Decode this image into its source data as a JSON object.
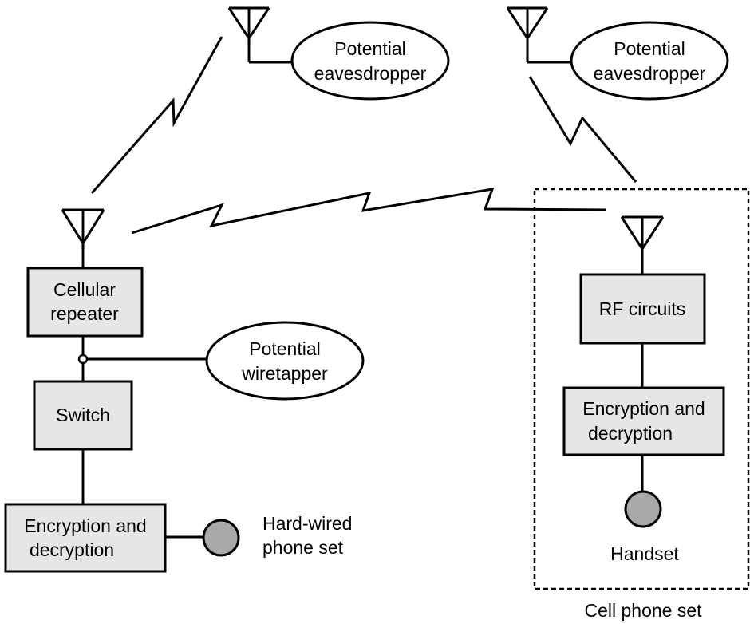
{
  "colors": {
    "stroke": "#000000",
    "box_fill": "#e6e6e6",
    "handset_fill": "#a9a9a9",
    "background": "#ffffff"
  },
  "eavesdropper_left": {
    "line1": "Potential",
    "line2": "eavesdropper"
  },
  "eavesdropper_right": {
    "line1": "Potential",
    "line2": "eavesdropper"
  },
  "wiretapper": {
    "line1": "Potential",
    "line2": "wiretapper"
  },
  "cellular_repeater": {
    "line1": "Cellular",
    "line2": "repeater"
  },
  "switch": {
    "label": "Switch"
  },
  "encryption_left": {
    "line1": "Encryption and",
    "line2": "decryption"
  },
  "hardwired_phone": {
    "line1": "Hard-wired",
    "line2": "phone set"
  },
  "rf_circuits": {
    "label": "RF circuits"
  },
  "encryption_right": {
    "line1": "Encryption and",
    "line2": "decryption"
  },
  "handset": {
    "label": "Handset"
  },
  "cell_phone_set": {
    "label": "Cell phone set"
  },
  "icons": [
    "antenna-icon",
    "handset-icon",
    "tap-junction-icon"
  ]
}
